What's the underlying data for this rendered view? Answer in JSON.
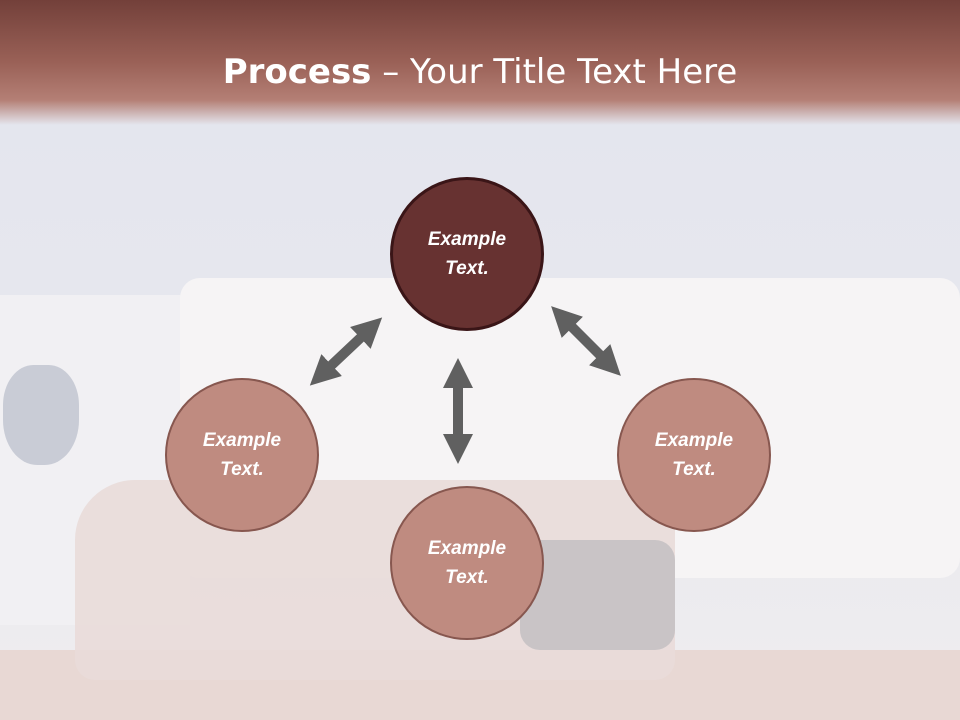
{
  "title": {
    "bold": "Process",
    "rest": " – Your Title Text Here"
  },
  "nodes": [
    {
      "id": "top",
      "line1": "Example",
      "line2": "Text."
    },
    {
      "id": "left",
      "line1": "Example",
      "line2": "Text."
    },
    {
      "id": "right",
      "line1": "Example",
      "line2": "Text."
    },
    {
      "id": "bottom",
      "line1": "Example",
      "line2": "Text."
    }
  ],
  "colors": {
    "header": "#8c5248",
    "primary_node": "#673231",
    "secondary_node": "#bf8b80",
    "arrow": "#606060"
  }
}
